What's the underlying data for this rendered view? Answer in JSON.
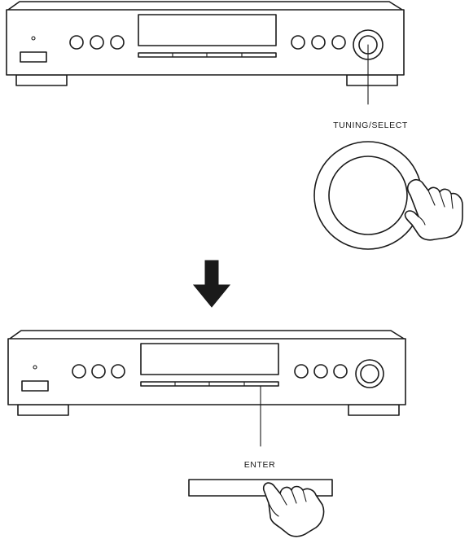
{
  "labels": {
    "tuning_select": "TUNING/SELECT",
    "enter": "ENTER"
  },
  "steps": [
    {
      "device": "tuner-unit",
      "action": "rotate-knob"
    },
    {
      "device": "tuner-unit",
      "action": "press-enter"
    }
  ],
  "icons": {
    "arrow": "down-arrow-icon",
    "hand": "pointing-hand-icon"
  },
  "colors": {
    "line": "#1a1a1a",
    "background": "#ffffff"
  }
}
